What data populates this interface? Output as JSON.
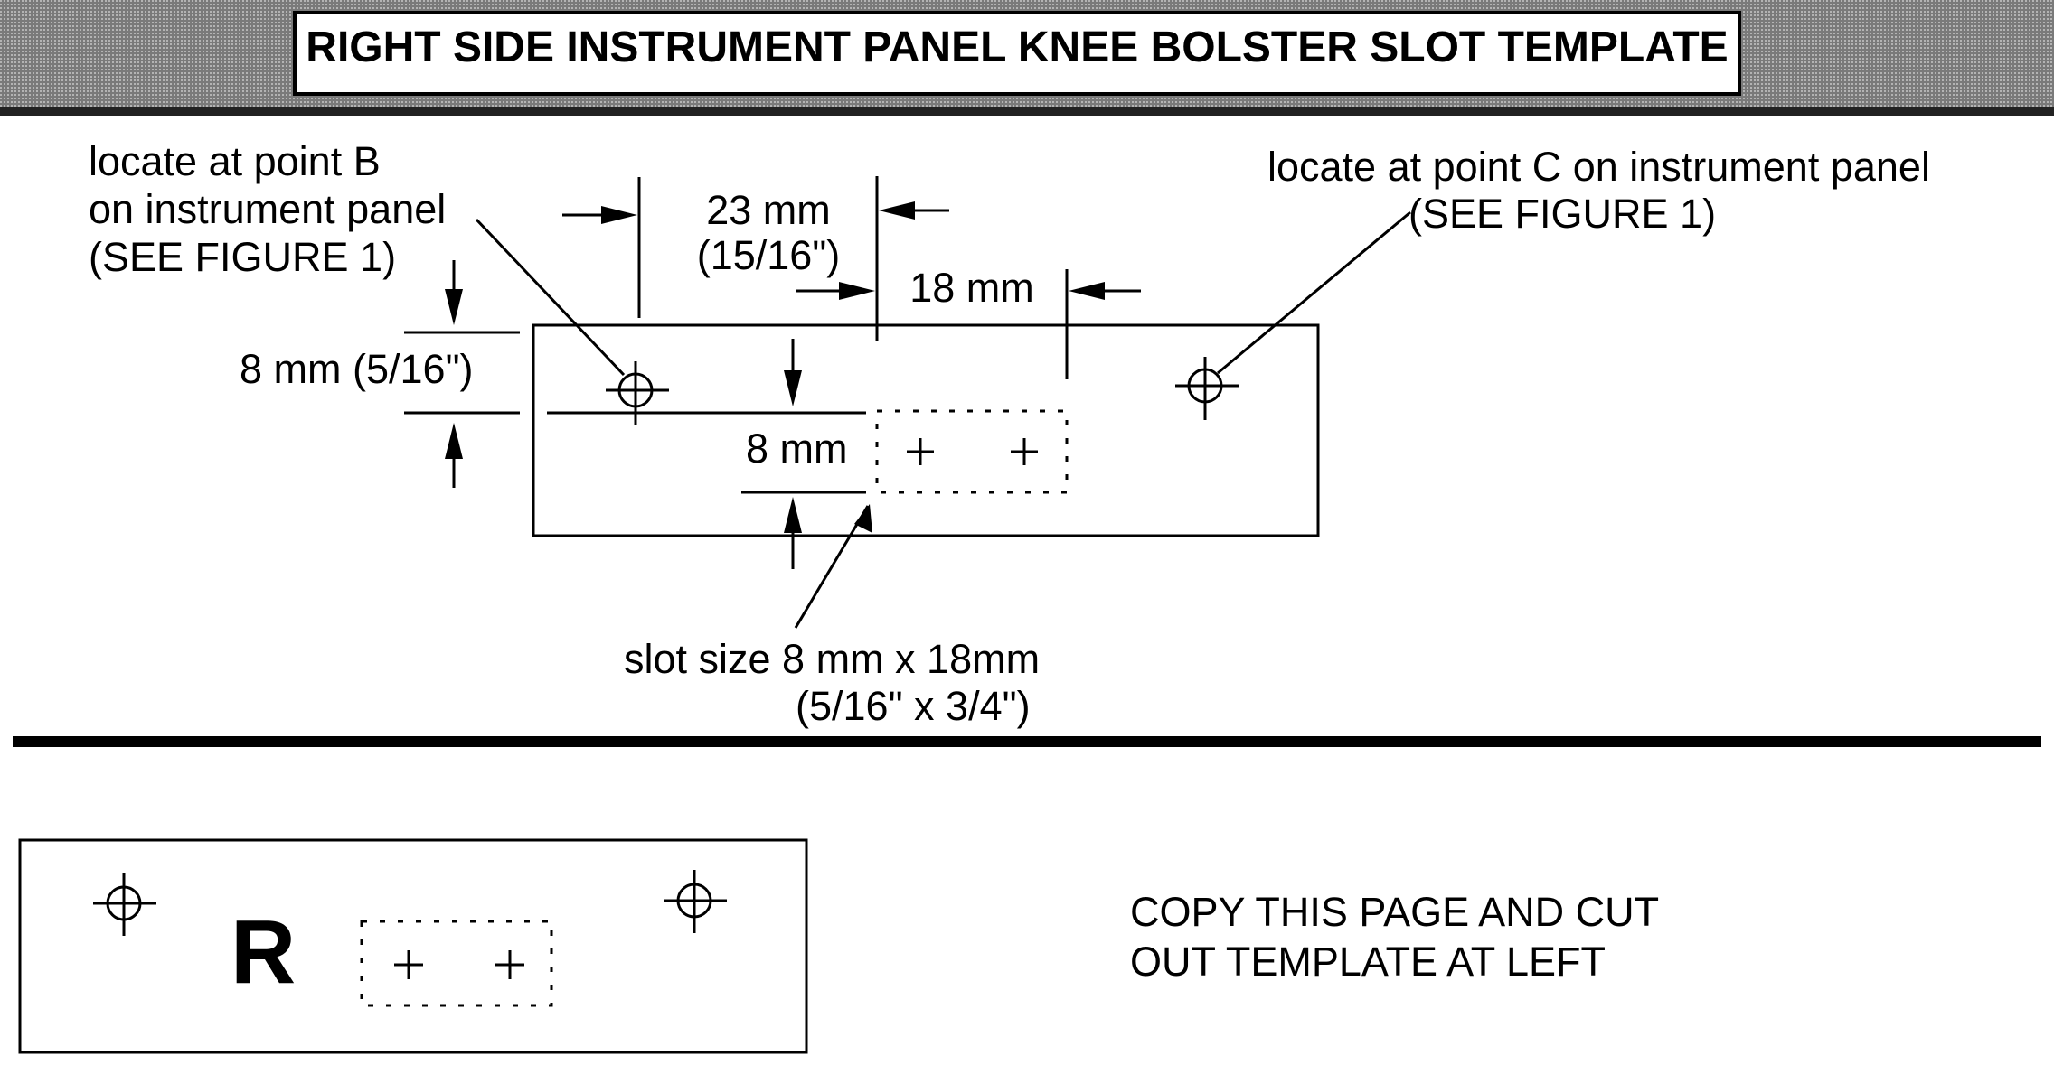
{
  "title": "RIGHT SIDE INSTRUMENT PANEL KNEE BOLSTER SLOT TEMPLATE",
  "colors": {
    "header_band": "#8c8c8c",
    "ink": "#000000",
    "paper": "#ffffff"
  },
  "callouts": {
    "point_b": [
      "locate at point B",
      "on instrument panel",
      "(SEE FIGURE 1)"
    ],
    "point_c": [
      "locate at point C on instrument panel",
      "(SEE FIGURE 1)"
    ],
    "slot_size": [
      "slot size 8 mm x 18mm",
      "(5/16\" x 3/4\")"
    ]
  },
  "dimensions": {
    "left_offset": "8 mm (5/16\")",
    "horizontal_mm": "23 mm",
    "horizontal_in": "(15/16\")",
    "slot_length": "18 mm",
    "slot_height": "8 mm"
  },
  "template": {
    "letter": "R"
  },
  "instructions": [
    "COPY THIS PAGE AND CUT",
    "OUT TEMPLATE AT LEFT"
  ]
}
